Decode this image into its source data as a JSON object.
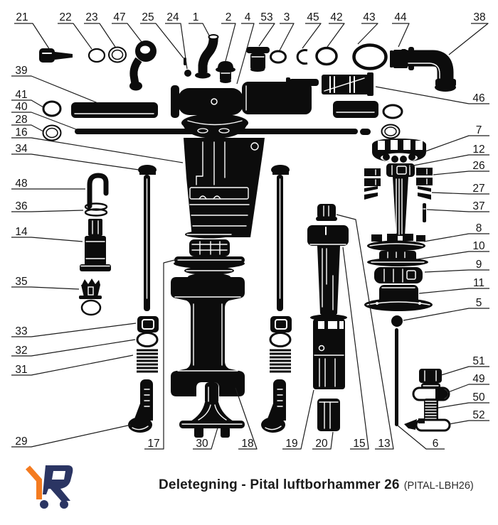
{
  "callouts": {
    "1": "1",
    "2": "2",
    "3": "3",
    "4": "4",
    "5": "5",
    "6": "6",
    "7": "7",
    "8": "8",
    "9": "9",
    "10": "10",
    "11": "11",
    "12": "12",
    "13": "13",
    "14": "14",
    "15": "15",
    "16": "16",
    "17": "17",
    "18": "18",
    "19": "19",
    "20": "20",
    "21": "21",
    "22": "22",
    "23": "23",
    "24": "24",
    "25": "25",
    "26": "26",
    "27": "27",
    "28": "28",
    "29": "29",
    "30": "30",
    "31": "31",
    "32": "32",
    "33": "33",
    "34": "34",
    "35": "35",
    "36": "36",
    "37": "37",
    "38": "38",
    "39": "39",
    "40": "40",
    "41": "41",
    "42": "42",
    "43": "43",
    "44": "44",
    "45": "45",
    "46": "46",
    "47": "47",
    "48": "48",
    "49": "49",
    "50": "50",
    "51": "51",
    "52": "52",
    "53": "53"
  },
  "footer": {
    "title": "Deletegning - Pital luftborhammer 26",
    "code": "(PITAL-LBH26)"
  },
  "colors": {
    "ink": "#0c0c0c",
    "logo_orange": "#f47b20",
    "logo_navy": "#2b3563"
  }
}
